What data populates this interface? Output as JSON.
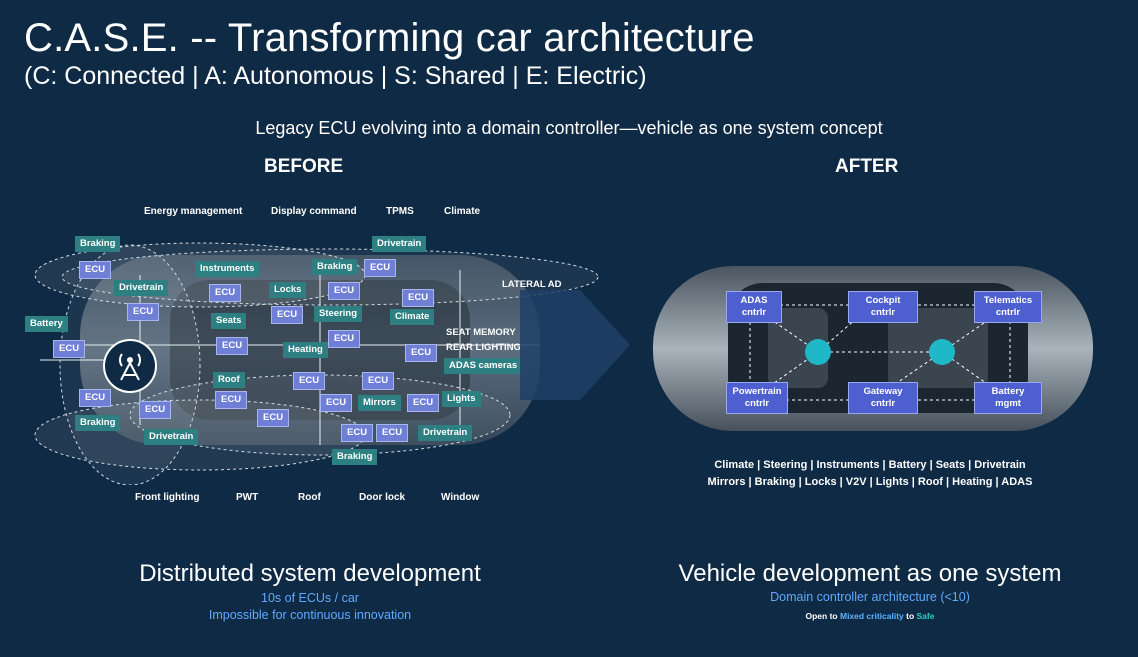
{
  "title": "C.A.S.E. -- Transforming car architecture",
  "subtitle": "(C: Connected  |  A: Autonomous  |  S: Shared  |  E: Electric)",
  "tagline": "Legacy ECU evolving into a domain controller—vehicle as one system concept",
  "before": {
    "header": "BEFORE",
    "top_labels": [
      "Energy management",
      "Display command",
      "TPMS",
      "Climate"
    ],
    "bottom_labels": [
      "Front lighting",
      "PWT",
      "Roof",
      "Door lock",
      "Window"
    ],
    "ecu_label": "ECU",
    "tags": [
      "Braking",
      "Instruments",
      "Braking",
      "Drivetrain",
      "Drivetrain",
      "Locks",
      "Steering",
      "Climate",
      "Seats",
      "Heating",
      "Roof",
      "Mirrors",
      "Lights",
      "Battery",
      "Braking",
      "Drivetrain",
      "Drivetrain",
      "Braking",
      "ADAS cameras"
    ],
    "white_labels": [
      "LATERAL AD",
      "SEAT MEMORY",
      "REAR LIGHTING"
    ],
    "title": "Distributed system development",
    "sub1": "10s of ECUs / car",
    "sub2": "Impossible for continuous innovation"
  },
  "after": {
    "header": "AFTER",
    "controllers": [
      {
        "l1": "ADAS",
        "l2": "cntrlr"
      },
      {
        "l1": "Cockpit",
        "l2": "cntrlr"
      },
      {
        "l1": "Telematics",
        "l2": "cntrlr"
      },
      {
        "l1": "Powertrain",
        "l2": "cntrlr"
      },
      {
        "l1": "Gateway",
        "l2": "cntrlr"
      },
      {
        "l1": "Battery",
        "l2": "mgmt"
      }
    ],
    "modules_line1": "Climate | Steering | Instruments | Battery | Seats | Drivetrain",
    "modules_line2": "Mirrors | Braking | Locks | V2V | Lights | Roof | Heating | ADAS",
    "title": "Vehicle development as one system",
    "sub1": "Domain controller architecture (<10)",
    "crit_open": "Open to ",
    "crit_mixed": "Mixed criticality",
    "crit_to": " to ",
    "crit_safe": "Safe"
  },
  "colors": {
    "background": "#0f2a44",
    "ecu_box": "#6f7fd6",
    "function_tag": "#2d7f82",
    "controller_box": "#4e5fd0",
    "node": "#1fb8c7",
    "accent_text": "#62a8ff",
    "safe_text": "#29d3c4"
  },
  "icons": [
    "antenna-icon",
    "car-top-view-icon"
  ]
}
